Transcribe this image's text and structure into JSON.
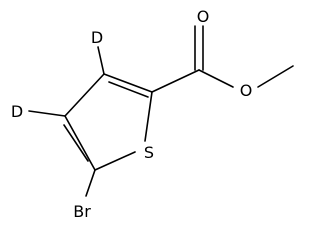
{
  "molecule": {
    "atoms": {
      "deuterium_top": "D",
      "deuterium_left": "D",
      "sulfur": "S",
      "bromine": "Br",
      "carbonyl_oxygen": "O",
      "ester_oxygen": "O"
    }
  }
}
